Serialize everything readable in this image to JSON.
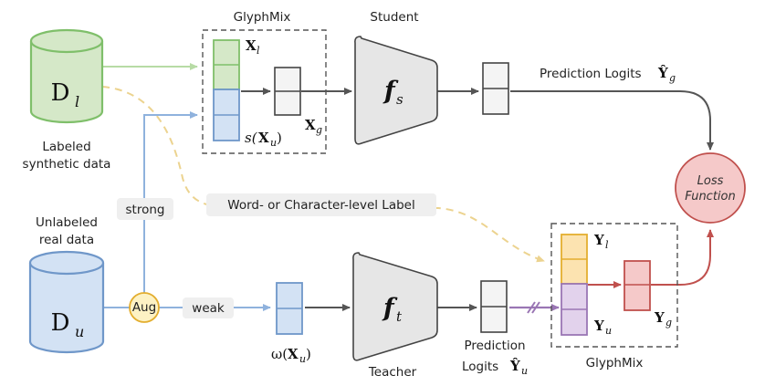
{
  "labels": {
    "glyphmix_top": "GlyphMix",
    "glyphmix_bottom": "GlyphMix",
    "student": "Student",
    "teacher": "Teacher",
    "labeled_line1": "Labeled",
    "labeled_line2": "synthetic data",
    "unlabeled_line1": "Unlabeled",
    "unlabeled_line2": "real data",
    "strong": "strong",
    "weak": "weak",
    "aug": "Aug",
    "word_label": "Word- or Character-level Label",
    "pred_top": "Prediction Logits",
    "pred_bottom_line1": "Prediction",
    "pred_bottom_line2": "Logits",
    "loss_line1": "Loss",
    "loss_line2": "Function"
  },
  "math": {
    "dl_main": "D",
    "dl_sub": "l",
    "du_main": "D",
    "du_sub": "u",
    "fs_main": "f",
    "fs_sub": "s",
    "ft_main": "f",
    "ft_sub": "t",
    "xl_main": "X",
    "xl_sub": "l",
    "xg_main": "X",
    "xg_sub": "g",
    "sxu_pre": "s(",
    "sxu_main": "X",
    "sxu_sub": "u",
    "sxu_post": ")",
    "wxu_pre": "ω(",
    "wxu_main": "X",
    "wxu_sub": "u",
    "wxu_post": ")",
    "yl_main": "Y",
    "yl_sub": "l",
    "yu_main": "Y",
    "yu_sub": "u",
    "yg_main": "Y",
    "yg_sub": "g",
    "yhat_g_main": "Ŷ",
    "yhat_g_sub": "g",
    "yhat_u_main": "Ŷ",
    "yhat_u_sub": "u"
  },
  "colors": {
    "green": "#7fbf6a",
    "green_fill": "#d5e8c8",
    "blue": "#6f97c9",
    "blue_fill": "#d3e2f4",
    "orange": "#e3ae2f",
    "orange_fill": "#fce3b0",
    "purple": "#9a76b4",
    "purple_fill": "#e2d2ec",
    "red": "#c0504d",
    "red_fill": "#f5c9c9",
    "gray": "#555555",
    "aug_fill": "#fdf2c4"
  }
}
